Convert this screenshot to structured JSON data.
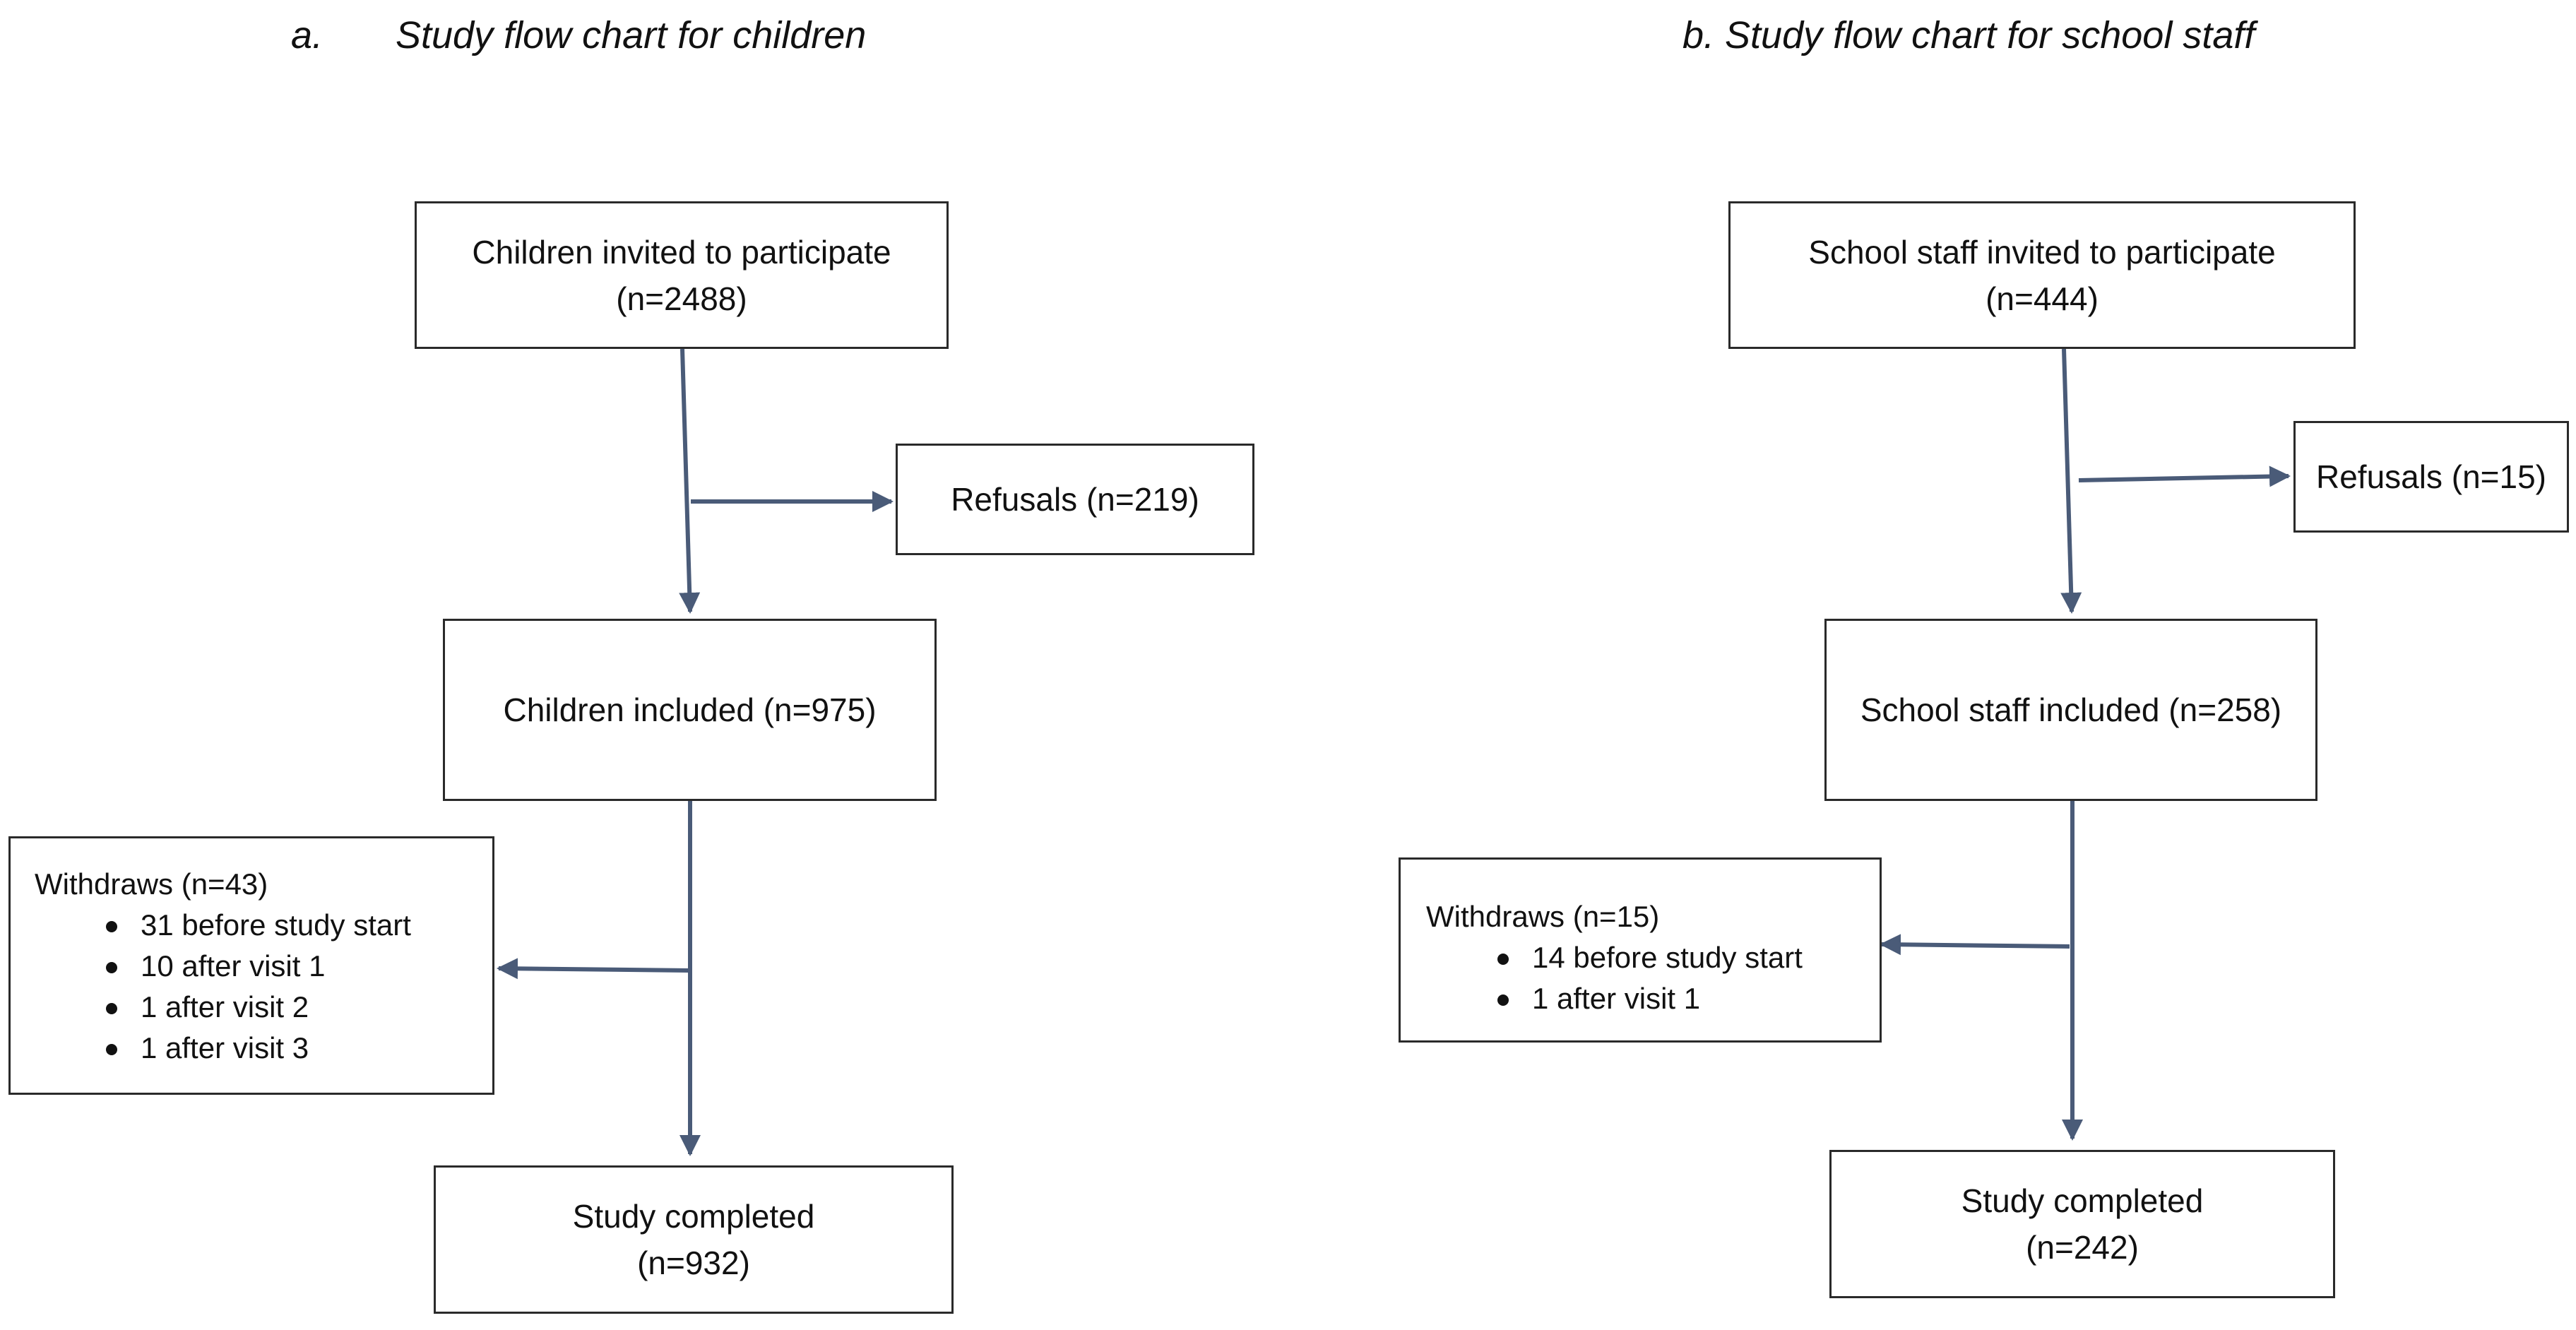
{
  "panel_a": {
    "title_letter": "a.",
    "title_text": "Study flow chart for children",
    "invited": {
      "line1": "Children invited to participate",
      "line2": "(n=2488)"
    },
    "refusals": "Refusals (n=219)",
    "included": "Children included (n=975)",
    "withdraws": {
      "header": "Withdraws (n=43)",
      "items": [
        "31 before study start",
        "10 after visit 1",
        "1 after visit 2",
        "1 after visit 3"
      ]
    },
    "completed": {
      "line1": "Study completed",
      "line2": "(n=932)"
    }
  },
  "panel_b": {
    "title": "b. Study flow chart for school staff",
    "invited": {
      "line1": "School staff invited to participate",
      "line2": "(n=444)"
    },
    "refusals": "Refusals (n=15)",
    "included": "School staff included (n=258)",
    "withdraws": {
      "header": "Withdraws (n=15)",
      "items": [
        "14 before study start",
        "1 after visit 1"
      ]
    },
    "completed": {
      "line1": "Study completed",
      "line2": "(n=242)"
    }
  },
  "colors": {
    "arrow": "#4a5b78",
    "border": "#2a2a2a"
  }
}
